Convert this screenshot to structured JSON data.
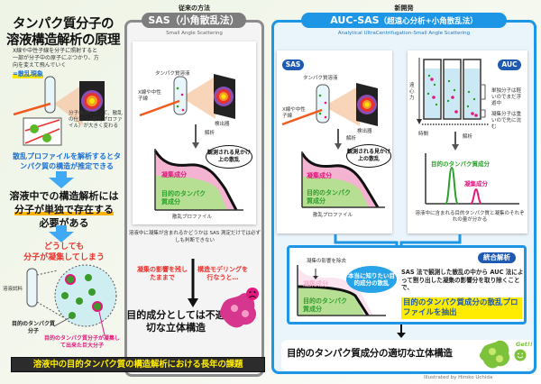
{
  "left": {
    "title_line1": "タンパク質分子の",
    "title_line2": "溶液構造解析の原理",
    "intro": "X線や中性子線を分子に照射すると一部が分子中の原子にぶつかり、方向を変えて飛んでいく",
    "phenomenon": "=散乱現象",
    "change_note": "分子構造によって、散乱の仕方（=散乱プロファイル）が大きく変わる",
    "blue_statement": "散乱プロファイルを解析するとタンパク質の構造が推定できる",
    "need_line1": "溶液中での構造解析には",
    "need_line2": "分子が単独で存在する",
    "need_line3": "必要がある",
    "red_statement_line1": "どうしても",
    "red_statement_line2": "分子が凝集してしまう",
    "sample_label": "溶液試料",
    "target_label": "目的のタンパク質分子",
    "aggregate_label": "目的のタンパク質分子が凝集して出来た巨大分子"
  },
  "banner": "溶液中の目的タンパク質の構造解析における長年の課題",
  "sas": {
    "header_label": "従来の方法",
    "pill": "SAS（小角散乱法）",
    "subtitle": "Small Angle Scattering",
    "solution_label": "タンパク質溶液",
    "beam_label": "X線や中性子線",
    "detector_label": "検出器",
    "analysis_label": "解析",
    "bubble": "観測される見かけ上の散乱",
    "agg_component": "凝集成分",
    "target_component": "目的のタンパク質成分",
    "profile_label": "散乱プロファイル",
    "note": "溶液中に凝集が含まれるかどうかは SAS 測定だけでは必ずしも判断できない",
    "red_left": "凝集の影響を残したままで",
    "red_right": "構造モデリングを行なうと…",
    "result": "目的成分としては不適切な立体構造"
  },
  "auc_sas": {
    "header_label": "新開発",
    "pill_main": "AUC-SAS",
    "pill_jp": "（超遠心分析+小角散乱法）",
    "subtitle": "Analytical UltraCentrifugation-Small Angle Scattering",
    "sas_card": {
      "tag": "SAS",
      "solution_label": "タンパク質溶液",
      "beam_label": "X線や中性子線",
      "detector_label": "検出器",
      "analysis_label": "解析",
      "bubble": "観測される見かけ上の散乱",
      "agg_component": "凝集成分",
      "target_component": "目的のタンパク質成分",
      "profile_label": "散乱プロファイル"
    },
    "auc_card": {
      "tag": "AUC",
      "axis_force": "遠心力",
      "axis_time": "時間",
      "single_note": "単独分子は軽いのでまだ浮遊中",
      "agg_note": "凝集分子は重いので先に沈む",
      "analysis_label": "解析",
      "target_peak": "目的のタンパク質成分",
      "agg_peak": "凝集成分",
      "result_note": "溶液中に含まれる目的タンパク質と凝集のそれぞれの量が分かる"
    },
    "integrated": {
      "tag": "統合解析",
      "removal_label": "凝集の影響を除去",
      "agg_component": "凝集成分",
      "target_component": "目的のタンパク質成分",
      "bubble": "本当に知りたい目的成分の散乱",
      "text": "SAS 法で観測した散乱の中から AUC 法によって割り出した凝集の影響分を取り除くことで、",
      "highlight": "目的のタンパク質成分の散乱プロファイルを抽出"
    },
    "final": "目的のタンパク質成分の適切な立体構造",
    "get_label": "Get!!"
  },
  "credit": "Illustrated by Hiroko Uchida",
  "colors": {
    "sas_gray": "#7d7d7d",
    "auc_blue": "#1e96e6",
    "agg_pink": "#e0197d",
    "target_green": "#2aa02a",
    "highlight_yellow": "#ffec00",
    "alert_red": "#e8322d"
  }
}
